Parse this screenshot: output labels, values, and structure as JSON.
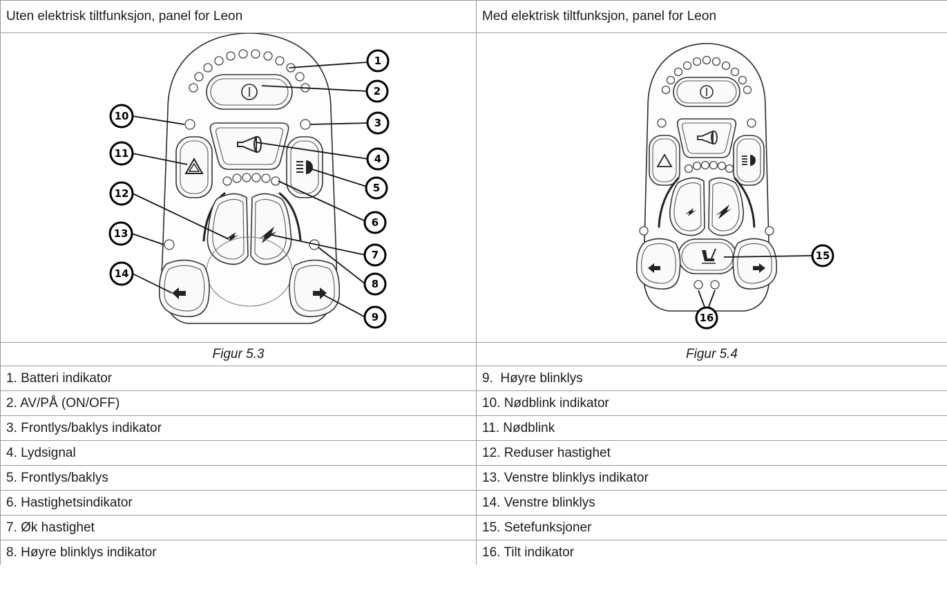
{
  "headers": {
    "left": "Uten elektrisk tiltfunksjon, panel for Leon",
    "right": "Med elektrisk tiltfunksjon, panel for Leon"
  },
  "captions": {
    "left": "Figur 5.3",
    "right": "Figur 5.4"
  },
  "callouts_left": [
    "1",
    "2",
    "3",
    "4",
    "5",
    "6",
    "7",
    "8",
    "9",
    "10",
    "11",
    "12",
    "13",
    "14"
  ],
  "callouts_right": [
    "15",
    "16"
  ],
  "legend_left": [
    "1. Batteri indikator",
    "2. AV/PÅ (ON/OFF)",
    "3. Frontlys/baklys indikator",
    "4. Lydsignal",
    "5. Frontlys/baklys",
    "6. Hastighetsindikator",
    "7. Øk hastighet",
    "8. Høyre blinklys indikator"
  ],
  "legend_right": [
    "9.  Høyre blinklys",
    "10. Nødblink indikator",
    "11. Nødblink",
    "12. Reduser hastighet",
    "13. Venstre blinklys indikator",
    "14. Venstre blinklys",
    "15. Setefunksjoner",
    "16. Tilt indikator"
  ],
  "icons": {
    "power": "power-icon",
    "horn": "horn-icon",
    "hazard": "hazard-triangle-icon",
    "headlight": "headlight-icon",
    "speed_down": "speed-decrease-icon",
    "speed_up": "speed-increase-icon",
    "left": "arrow-left-icon",
    "right": "arrow-right-icon",
    "seat": "seat-icon"
  }
}
